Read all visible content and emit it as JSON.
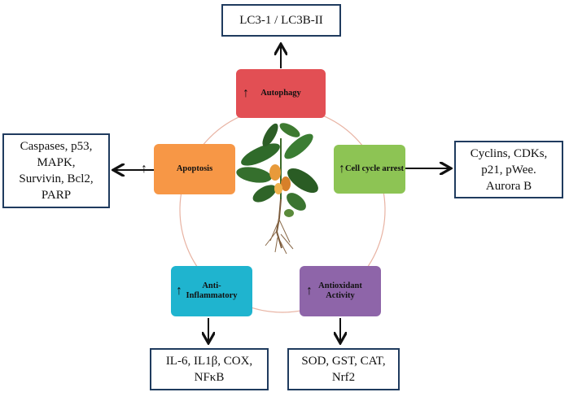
{
  "processes": {
    "autophagy": {
      "label": "Autophagy",
      "color": "#e24f54"
    },
    "cell_cycle": {
      "label": "Cell cycle arrest",
      "color": "#8dc454"
    },
    "antioxidant": {
      "label": "Antioxidant\nActivity",
      "color": "#8e65a9"
    },
    "anti_inflammatory": {
      "label": "Anti-\nInflammatory",
      "color": "#1fb4cf"
    },
    "apoptosis": {
      "label": "Apoptosis",
      "color": "#f79746"
    }
  },
  "up_symbol": "↑",
  "markers": {
    "autophagy": "LC3-1 / LC3B-II",
    "cell_cycle": "Cyclins, CDKs,\np21, pWee.\nAurora B",
    "antioxidant": "SOD, GST, CAT,\nNrf2",
    "anti_inflammatory": "IL-6, IL1β, COX,\nNFκB",
    "apoptosis": "Caspases, p53,\nMAPK,\nSurvivin, Bcl2,\nPARP"
  }
}
